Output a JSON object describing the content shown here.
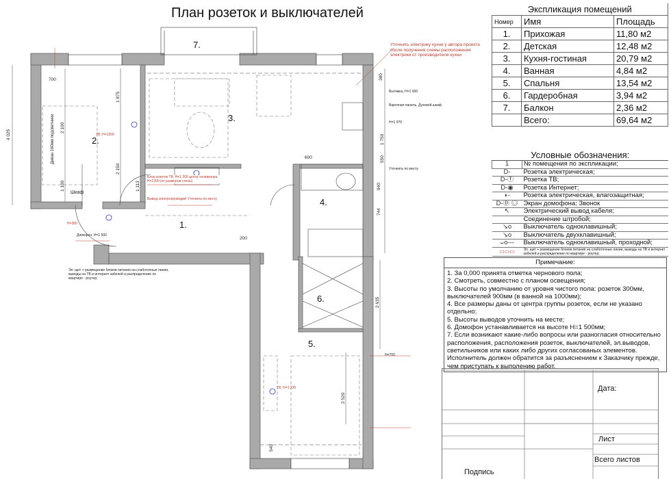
{
  "title": "План розеток и выключателей",
  "plan": {
    "rooms": [
      {
        "num": "1."
      },
      {
        "num": "2."
      },
      {
        "num": "3."
      },
      {
        "num": "4."
      },
      {
        "num": "5."
      },
      {
        "num": "6."
      },
      {
        "num": "7."
      }
    ],
    "labels": {
      "wardrobe": "Шкаф",
      "sofa": "Диван 160мм подсветники",
      "kitchen_note": "Уточнить электрику кухни у автора проекта после получения схемы расположения электрики от производителя кухни",
      "intercom": "Домофон, Н=1 500",
      "panel_note": "Эл. щит + размещение блоков питания на слаботочные линии, выводы на ТВ и интернет кабелей и распределение по квартире - роутер;",
      "tv_block": "Блок розеток ТВ, Н=1 200 центр телевизора Н=1300 (от размеров стены)",
      "tv_h": "ТВ, Н=1200",
      "tv_h5": "ТВ, Н=1 230",
      "hood": "Вытяжка, Н=1 600",
      "oven": "Варочная панель, Духовой шкаф",
      "clarify": "Уточнить по месту",
      "h300": "Н=300",
      "h700": "Н=700",
      "h1970": "Н=1 970",
      "cable_out": "Вывод электропроводки! Уточнить по месту"
    },
    "dims": {
      "d4025": "4 025",
      "d1875": "1 875",
      "d2150": "2 150",
      "d2100": "2 100",
      "d1100": "1 100",
      "d1750": "1 750",
      "d550": "550",
      "d940": "940",
      "d744": "744",
      "d2635": "2 635",
      "d2520": "2 520",
      "d540": "540",
      "d200": "200",
      "d600": "600",
      "d113": "1 113",
      "d700": "700",
      "d380": "380"
    }
  },
  "explication": {
    "title": "Экспликация помещений",
    "headers": [
      "Номер",
      "Имя",
      "Площадь"
    ],
    "rows": [
      [
        "1.",
        "Прихожая",
        "11,80 м2"
      ],
      [
        "2.",
        "Детская",
        "12,48 м2"
      ],
      [
        "3.",
        "Кухня-гостиная",
        "20,79 м2"
      ],
      [
        "4.",
        "Ванная",
        "4,84 м2"
      ],
      [
        "5.",
        "Спальня",
        "13,54 м2"
      ],
      [
        "6.",
        "Гардеробная",
        "3,94 м2"
      ],
      [
        "7.",
        "Балкон",
        "2,36 м2"
      ]
    ],
    "total_label": "Всего:",
    "total_value": "69,64 м2"
  },
  "legend": {
    "title": "Условные обозначения:",
    "items": [
      {
        "symbol": "1",
        "text": "№ помещения по экспликации;"
      },
      {
        "symbol": "D-",
        "text": "Розетка электрическая;"
      },
      {
        "symbol": "D-Ⓣ",
        "text": "Розетка ТВ;"
      },
      {
        "symbol": "D-◉",
        "text": "Розетка Интернет;"
      },
      {
        "symbol": "◗-",
        "text": "Розетка электрическая, влагозащитная;"
      },
      {
        "symbol": "D-Ⓓ  ◎",
        "text": "Экран домофона; Звонок"
      },
      {
        "symbol": "↖",
        "text": "Электрический вывод кабеля;"
      },
      {
        "symbol": "",
        "text": "Соединение штробой;"
      },
      {
        "symbol": "↘o",
        "text": "Выключатель одноклавишный;"
      },
      {
        "symbol": "↘o",
        "text": "Выключатель двухклавишный;"
      },
      {
        "symbol": "⌣o—",
        "text": "Выключатель одноклавишный, проходной;"
      },
      {
        "symbol": "▭▭▭",
        "text": "Эл. щит + размещение блоков питания на слаботочные линии, выводы на ТВ и интернет кабелей и распределение по квартире - роутер;"
      }
    ]
  },
  "notes": {
    "title": "Примечание:",
    "items": [
      "1. За 0,000 принята отметка чернового пола;",
      "2. Смотреть, совместно с планом освещения;",
      "3. Высоты по умолчанию от уровня чистого пола: розеток 300мм, выключателей 900мм (в ванной на 1000мм);",
      "4. Все размеры даны от центра группы розеток, если не указано отдельно;",
      "5. Высоты выводов уточнить на месте;",
      "6. Домофон устанавливается на высоте Н=1 500мм;",
      "7. Если возникают какие-либо вопросы или разногласия относительно расположения, расположения розеток, выключателей, эл.выводов, светильников или каких либо других согласованых элементов. Исполнитель должен обратится за разъяснением к Заказчику прежде, чем приступать к выполению работ."
    ]
  },
  "title_block": {
    "date": "Дата:",
    "sheet": "Лист",
    "total_sheets": "Всего листов",
    "signature": "Подпись"
  },
  "colors": {
    "wall": "#a9a9a9",
    "annotation": "#c0392b",
    "socket": "#2b3cc4",
    "line": "#222222"
  }
}
